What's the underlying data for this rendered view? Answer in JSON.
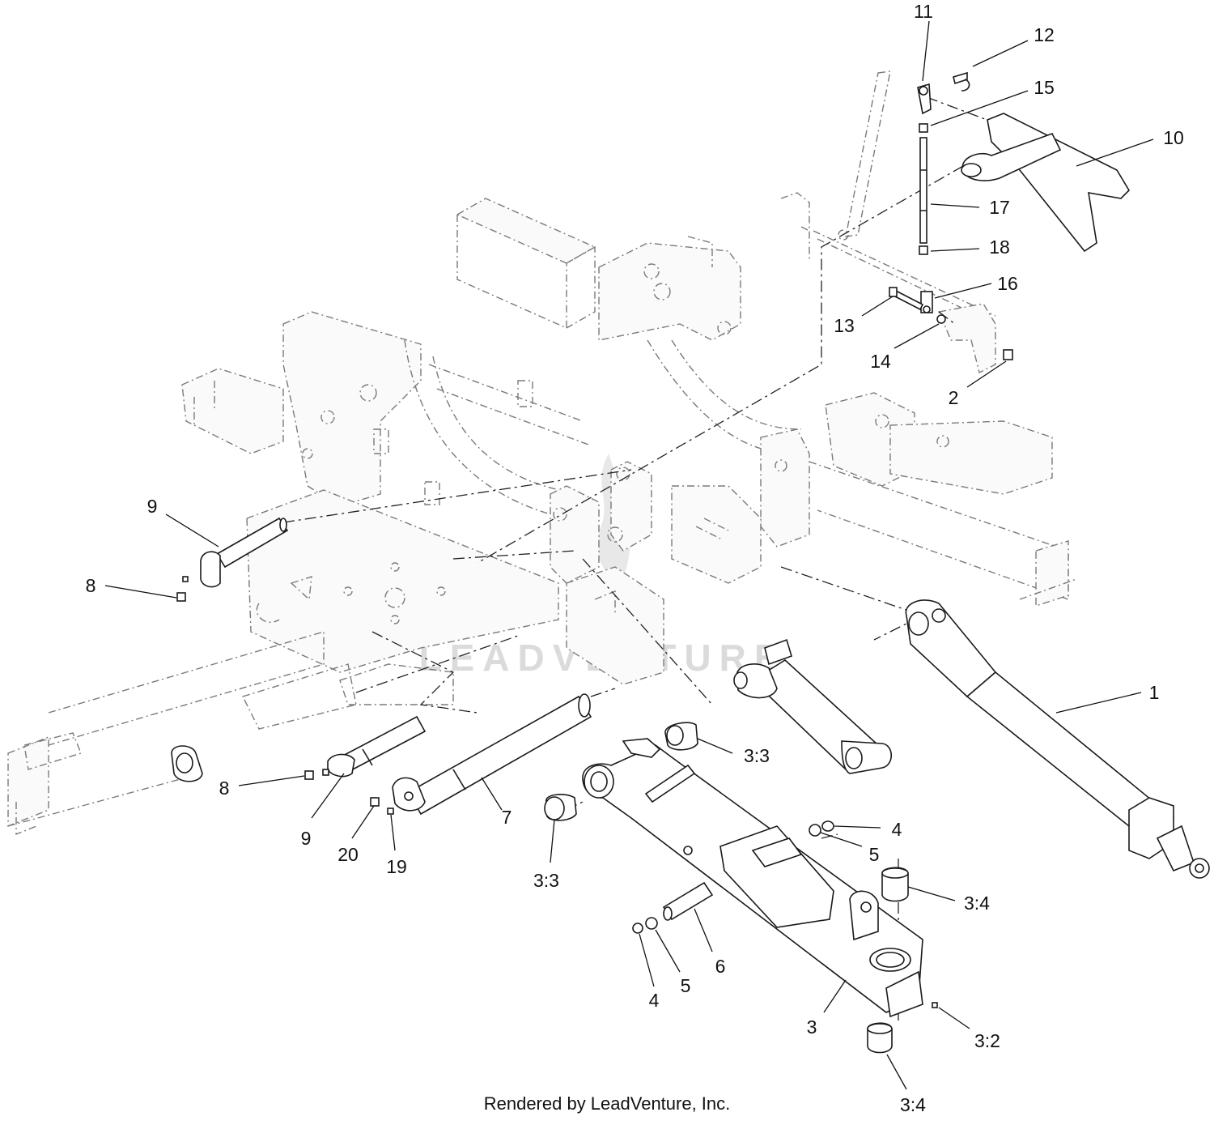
{
  "diagram": {
    "footer_text": "Rendered by LeadVenture, Inc.",
    "watermark_text": "LEADVENTURE",
    "callouts": [
      {
        "id": "c11",
        "text": "11"
      },
      {
        "id": "c12",
        "text": "12"
      },
      {
        "id": "c15",
        "text": "15"
      },
      {
        "id": "c10",
        "text": "10"
      },
      {
        "id": "c17",
        "text": "17"
      },
      {
        "id": "c18",
        "text": "18"
      },
      {
        "id": "c16",
        "text": "16"
      },
      {
        "id": "c13",
        "text": "13"
      },
      {
        "id": "c14",
        "text": "14"
      },
      {
        "id": "c2",
        "text": "2"
      },
      {
        "id": "c9a",
        "text": "9"
      },
      {
        "id": "c8a",
        "text": "8"
      },
      {
        "id": "c1",
        "text": "1"
      },
      {
        "id": "c33a",
        "text": "3:3"
      },
      {
        "id": "c8b",
        "text": "8"
      },
      {
        "id": "c7",
        "text": "7"
      },
      {
        "id": "c9b",
        "text": "9"
      },
      {
        "id": "c20",
        "text": "20"
      },
      {
        "id": "c19",
        "text": "19"
      },
      {
        "id": "c33b",
        "text": "3:3"
      },
      {
        "id": "c4a",
        "text": "4"
      },
      {
        "id": "c5a",
        "text": "5"
      },
      {
        "id": "c34a",
        "text": "3:4"
      },
      {
        "id": "c6",
        "text": "6"
      },
      {
        "id": "c5b",
        "text": "5"
      },
      {
        "id": "c4b",
        "text": "4"
      },
      {
        "id": "c3",
        "text": "3"
      },
      {
        "id": "c32",
        "text": "3:2"
      },
      {
        "id": "c34b",
        "text": "3:4"
      }
    ]
  }
}
